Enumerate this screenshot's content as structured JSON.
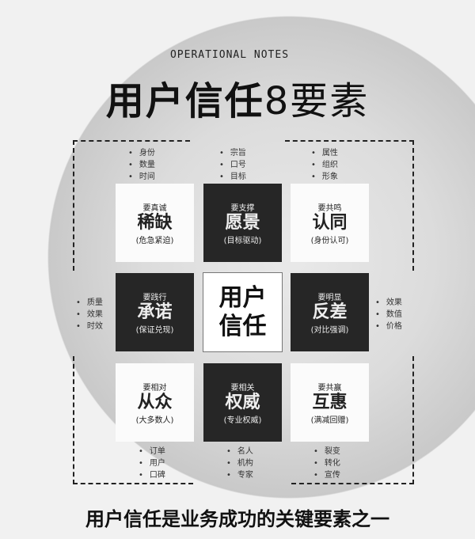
{
  "subtitle": "OPERATIONAL NOTES",
  "title_bold": "用户信任",
  "title_light": "8要素",
  "center": {
    "line1": "用户",
    "line2": "信任"
  },
  "tiles": [
    {
      "pre": "要真诚",
      "main": "稀缺",
      "note": "(危急紧迫)",
      "bullets": [
        "身份",
        "数量",
        "时间"
      ]
    },
    {
      "pre": "要支撑",
      "main": "愿景",
      "note": "(目标驱动)",
      "bullets": [
        "宗旨",
        "口号",
        "目标"
      ]
    },
    {
      "pre": "要共鸣",
      "main": "认同",
      "note": "(身份认可)",
      "bullets": [
        "属性",
        "组织",
        "形象"
      ]
    },
    {
      "pre": "要践行",
      "main": "承诺",
      "note": "(保证兑现)",
      "bullets": [
        "质量",
        "效果",
        "时效"
      ]
    },
    {
      "pre": "要明显",
      "main": "反差",
      "note": "(对比强调)",
      "bullets": [
        "效果",
        "数值",
        "价格"
      ]
    },
    {
      "pre": "要相对",
      "main": "从众",
      "note": "(大多数人)",
      "bullets": [
        "订单",
        "用户",
        "口碑"
      ]
    },
    {
      "pre": "要相关",
      "main": "权威",
      "note": "(专业权威)",
      "bullets": [
        "名人",
        "机构",
        "专家"
      ]
    },
    {
      "pre": "要共赢",
      "main": "互惠",
      "note": "(满减回赠)",
      "bullets": [
        "裂变",
        "转化",
        "宣传"
      ]
    }
  ],
  "caption": "用户信任是业务成功的关键要素之一"
}
